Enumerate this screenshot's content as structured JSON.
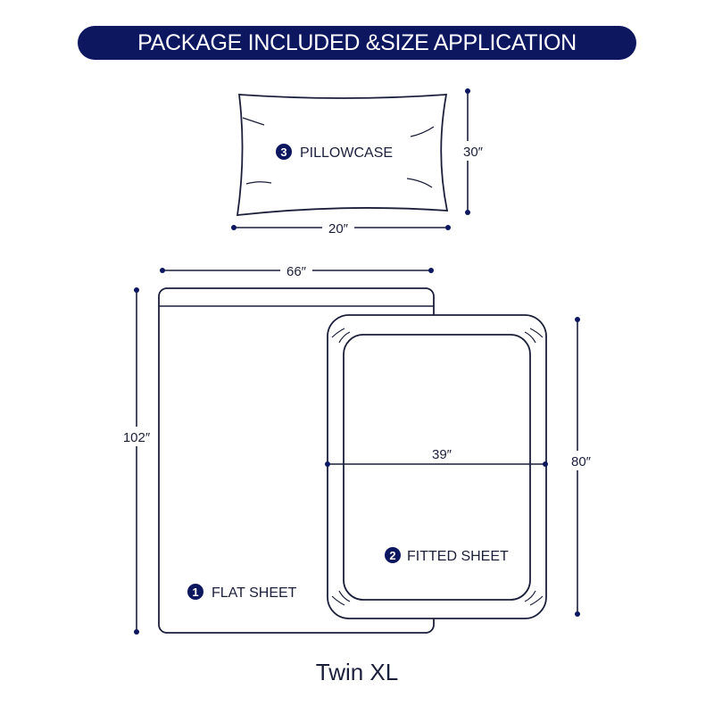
{
  "banner": {
    "title": "PACKAGE INCLUDED &SIZE APPLICATION"
  },
  "items": {
    "pillowcase": {
      "number": "3",
      "label": "PILLOWCASE",
      "width": "20″",
      "height": "30″"
    },
    "flat_sheet": {
      "number": "1",
      "label": "FLAT SHEET",
      "width": "66″",
      "height": "102″"
    },
    "fitted_sheet": {
      "number": "2",
      "label": "FITTED SHEET",
      "width": "39″",
      "height": "80″"
    }
  },
  "caption": "Twin XL",
  "colors": {
    "navy": "#0d1760",
    "line": "#1b1f3a"
  }
}
